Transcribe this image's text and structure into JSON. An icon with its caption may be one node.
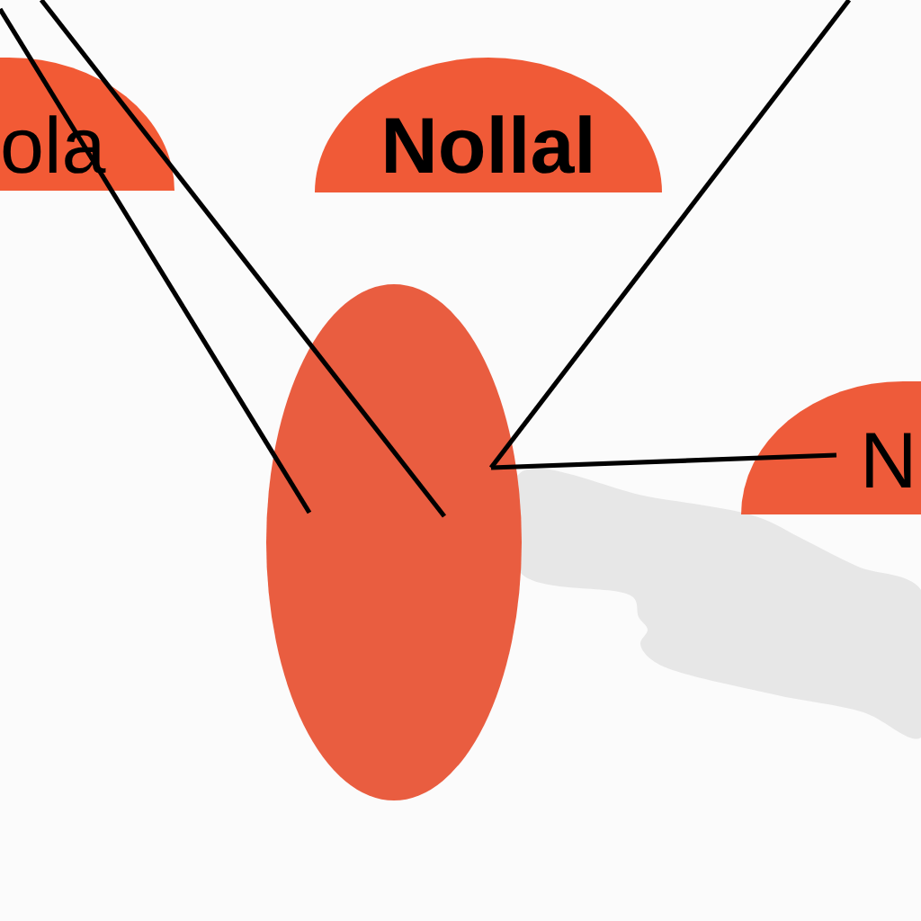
{
  "diagram": {
    "nodes": [
      {
        "text": [
          "ola"
        ]
      },
      {
        "text": [
          "Nollal"
        ]
      },
      {
        "text": [
          "N"
        ]
      },
      {
        "text": [],
        "shape": "ellipse"
      }
    ],
    "edges": [
      {
        "from": null,
        "to": 3,
        "arrow": "none"
      },
      {
        "from": null,
        "to": 3,
        "arrow": "none"
      },
      {
        "from": null,
        "to": 3,
        "arrow": "none"
      },
      {
        "from": 2,
        "to": 3,
        "arrow": "none"
      }
    ]
  }
}
